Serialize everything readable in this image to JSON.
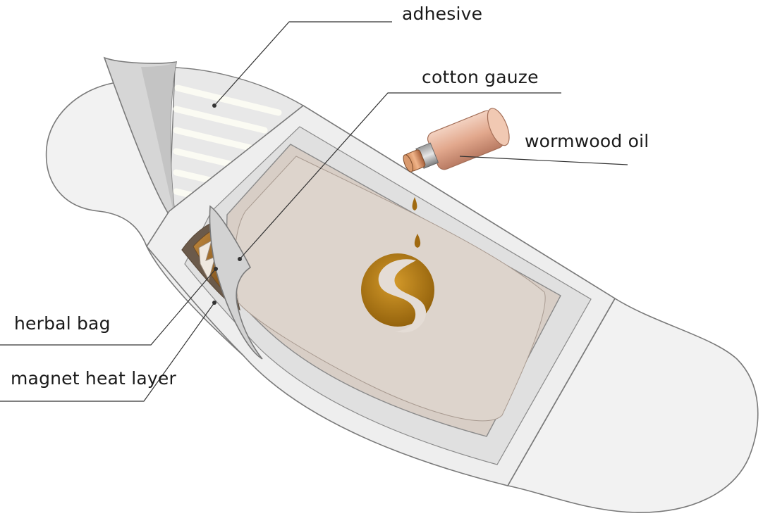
{
  "labels": {
    "adhesive": "adhesive",
    "cotton_gauze": "cotton gauze",
    "wormwood_oil": "wormwood oil",
    "herbal_bag": "herbal bag",
    "magnet_heat_layer": "magnet heat layer"
  },
  "colors": {
    "outline": "#7a7a7a",
    "shell": "#efefef",
    "shell_inner": "#dcdcdc",
    "pad": "#ddd3cc",
    "pad_inner": "#e4dcd5",
    "logo": "#9a6b10",
    "herbal": "#8a5a1c",
    "bottle": "#e8b8a0",
    "leader": "#333333"
  }
}
